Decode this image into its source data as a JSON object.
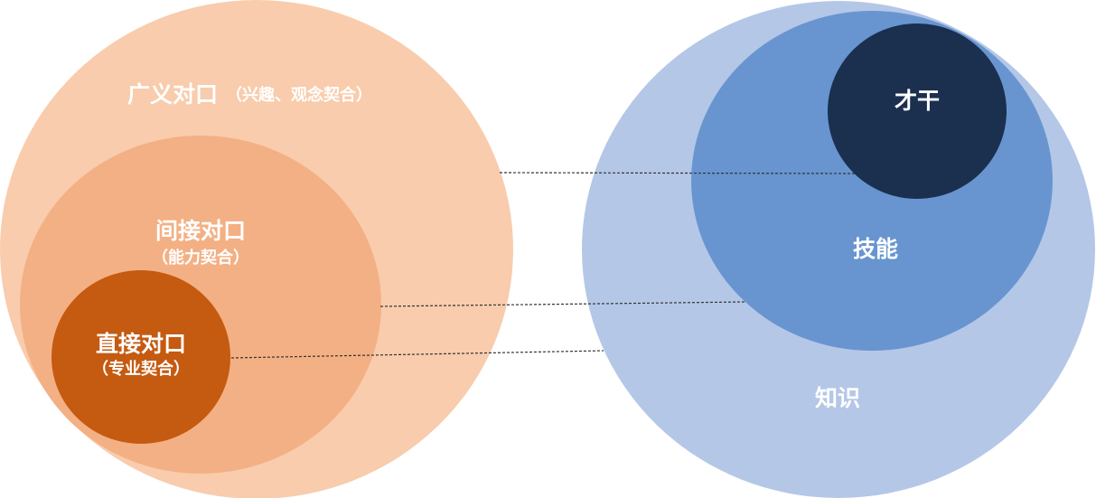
{
  "left_diagram": {
    "outer": {
      "title": "广义对口",
      "subtitle": "（兴趣、观念契合）",
      "color": "#F8CCAC"
    },
    "middle": {
      "title": "间接对口",
      "subtitle": "（能力契合）",
      "color": "#F3B084"
    },
    "inner": {
      "title": "直接对口",
      "subtitle": "（专业契合）",
      "color": "#C55A11"
    }
  },
  "right_diagram": {
    "outer": {
      "title": "知识",
      "color": "#B4C7E7"
    },
    "middle": {
      "title": "技能",
      "color": "#6895D0"
    },
    "inner": {
      "title": "才干",
      "color": "#1B2F4F"
    }
  },
  "connector_color": "#333333"
}
